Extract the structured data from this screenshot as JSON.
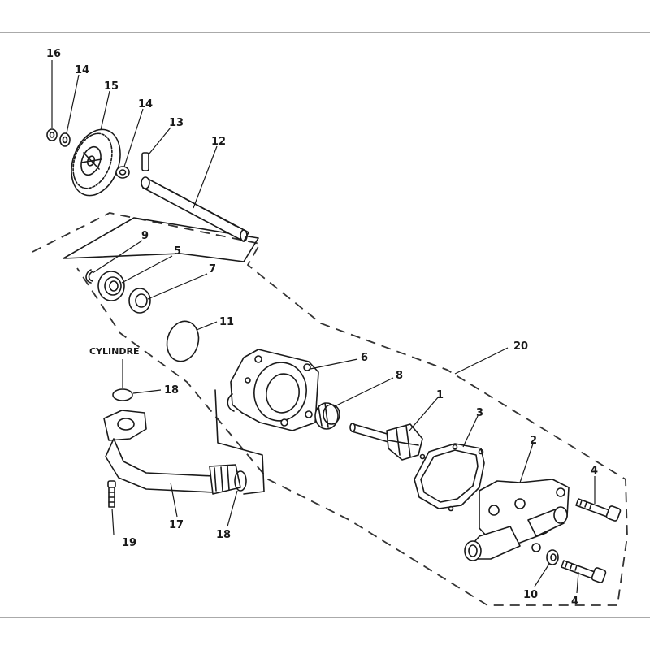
{
  "diagram": {
    "callouts": {
      "c16": "16",
      "c14a": "14",
      "c15": "15",
      "c14b": "14",
      "c13": "13",
      "c12": "12",
      "c9": "9",
      "c5": "5",
      "c7": "7",
      "c11": "11",
      "c6": "6",
      "c8": "8",
      "c20": "20",
      "c1": "1",
      "c3": "3",
      "c2": "2",
      "c4a": "4",
      "c18a": "18",
      "c17": "17",
      "c18b": "18",
      "c19": "19",
      "c10": "10",
      "c4b": "4"
    },
    "cylinder_label": "CYLINDRE"
  }
}
